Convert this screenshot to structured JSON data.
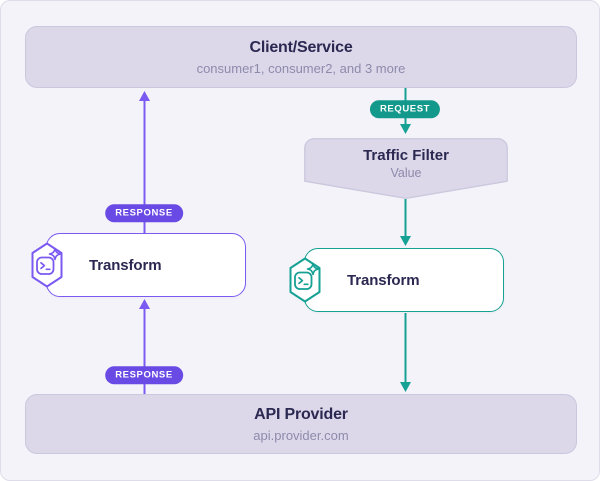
{
  "nodes": {
    "client": {
      "title": "Client/Service",
      "subtitle": "consumer1, consumer2, and 3 more"
    },
    "traffic_filter": {
      "title": "Traffic Filter",
      "subtitle": "Value"
    },
    "transform_request": {
      "label": "Transform"
    },
    "transform_response": {
      "label": "Transform"
    },
    "api_provider": {
      "title": "API Provider",
      "subtitle": "api.provider.com"
    }
  },
  "badges": {
    "request": "REQUEST",
    "response_upper": "RESPONSE",
    "response_lower": "RESPONSE"
  },
  "icons": {
    "transform": "terminal-sparkle-hexagon"
  },
  "colors": {
    "canvas_bg": "#f4f3f9",
    "canvas_border": "#dedce9",
    "node_fill": "#dcd8ea",
    "node_border": "#cbc7dd",
    "title_text": "#2b2851",
    "subtitle_text": "#8e8aab",
    "teal": "#16a195",
    "teal_badge": "#13998c",
    "purple": "#7b5af2",
    "purple_badge": "#6a4ae4",
    "node_white": "#ffffff"
  }
}
